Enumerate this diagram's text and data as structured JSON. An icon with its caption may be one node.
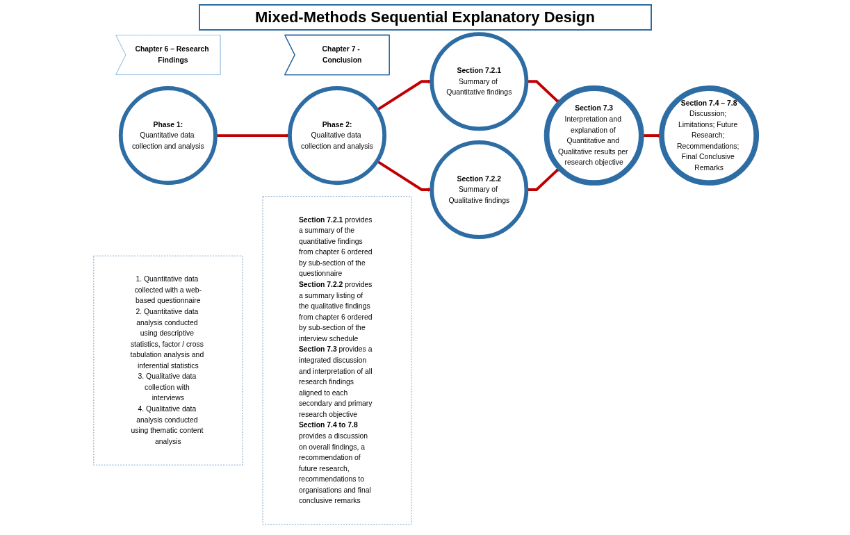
{
  "diagram": {
    "title": "Mixed-Methods Sequential Explanatory Design",
    "nodes": [
      {
        "text": [
          "Chapter 6 – Research Findings"
        ]
      },
      {
        "text": [
          "Chapter 7 - Conclusion"
        ]
      },
      {
        "text": [
          "Phase 1:",
          "Quantitative data collection and analysis"
        ]
      },
      {
        "text": [
          "Phase 2:",
          "Qualitative data collection and analysis"
        ]
      },
      {
        "text": [
          "Section 7.2.1",
          "Summary of Quantitative findings"
        ]
      },
      {
        "text": [
          "Section 7.2.2",
          "Summary of Qualitative findings"
        ]
      },
      {
        "text": [
          "Section 7.3",
          "Interpretation and explanation of Quantitative and Qualitative results per research objective"
        ]
      },
      {
        "text": [
          "Section 7.4 – 7.8",
          "Discussion; Limitations; Future Research; Recommendations; Final Conclusive Remarks"
        ]
      },
      {
        "text": [
          "1. Quantitative data collected with a web-based questionnaire",
          "2. Quantitative data analysis conducted using descriptive statistics, factor / cross tabulation analysis and inferential statistics",
          "3. Qualitative data collection with interviews",
          "4. Qualitative data analysis conducted using thematic content analysis"
        ]
      },
      {
        "text": [
          "**Section 7.2.1** provides a summary of the quantitative findings from chapter 6 ordered by sub-section of the questionnaire",
          "**Section 7.2.2** provides a summary listing of the qualitative findings from chapter 6 ordered by sub-section of the interview schedule",
          "**Section 7.3** provides a integrated discussion and interpretation of all research findings aligned to each secondary and primary research objective",
          "**Section 7.4 to 7.8** provides a discussion on overall findings, a recommendation of future research, recommendations to organisations and final conclusive remarks"
        ]
      }
    ],
    "edges": [
      {
        "from": 2,
        "to": 3,
        "arrow": "to"
      },
      {
        "from": 3,
        "to": 4,
        "arrow": "to"
      },
      {
        "from": 3,
        "to": 5,
        "arrow": "to"
      },
      {
        "from": 4,
        "to": 6,
        "arrow": "to"
      },
      {
        "from": 5,
        "to": 6,
        "arrow": "to"
      },
      {
        "from": 6,
        "to": 7,
        "arrow": "to"
      }
    ]
  }
}
